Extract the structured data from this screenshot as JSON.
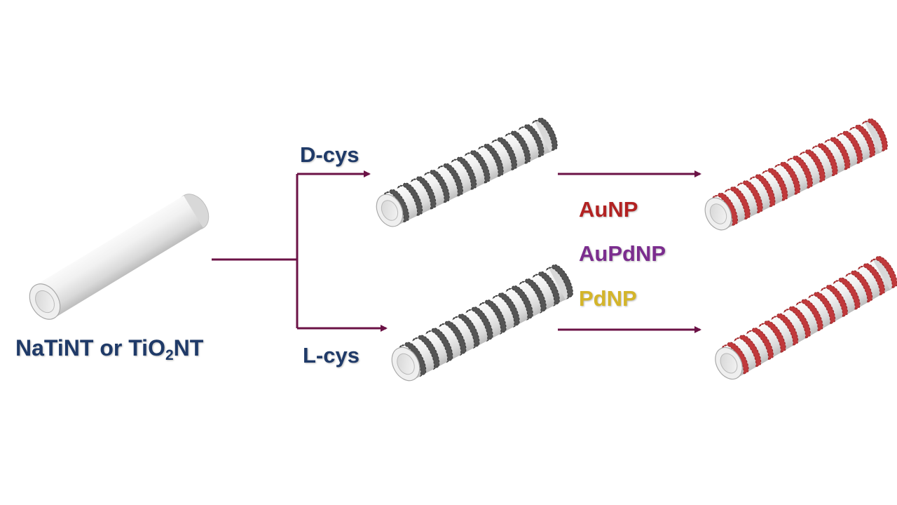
{
  "colors": {
    "label_navy": "#1f3a68",
    "arrow": "#6b1246",
    "gold": "#b22222",
    "gold_palladium": "#7b2d8e",
    "palladium": "#d4b52a",
    "cysteine_band": "#555555",
    "particle_band": "#c0393b",
    "tube": "#e8e8e8"
  },
  "start": {
    "prefix": "NaTiNT or TiO",
    "subscript": "2",
    "suffix": "NT"
  },
  "branches": {
    "d_label": "D-cys",
    "l_label": "L-cys"
  },
  "nanoparticles": {
    "au": "AuNP",
    "aupd": "AuPdNP",
    "pd": "PdNP"
  },
  "icons": {
    "plain_tube": "plain-nanotube-icon",
    "cys_tube": "cysteine-helix-nanotube-icon",
    "np_tube": "nanoparticle-helix-nanotube-icon"
  }
}
